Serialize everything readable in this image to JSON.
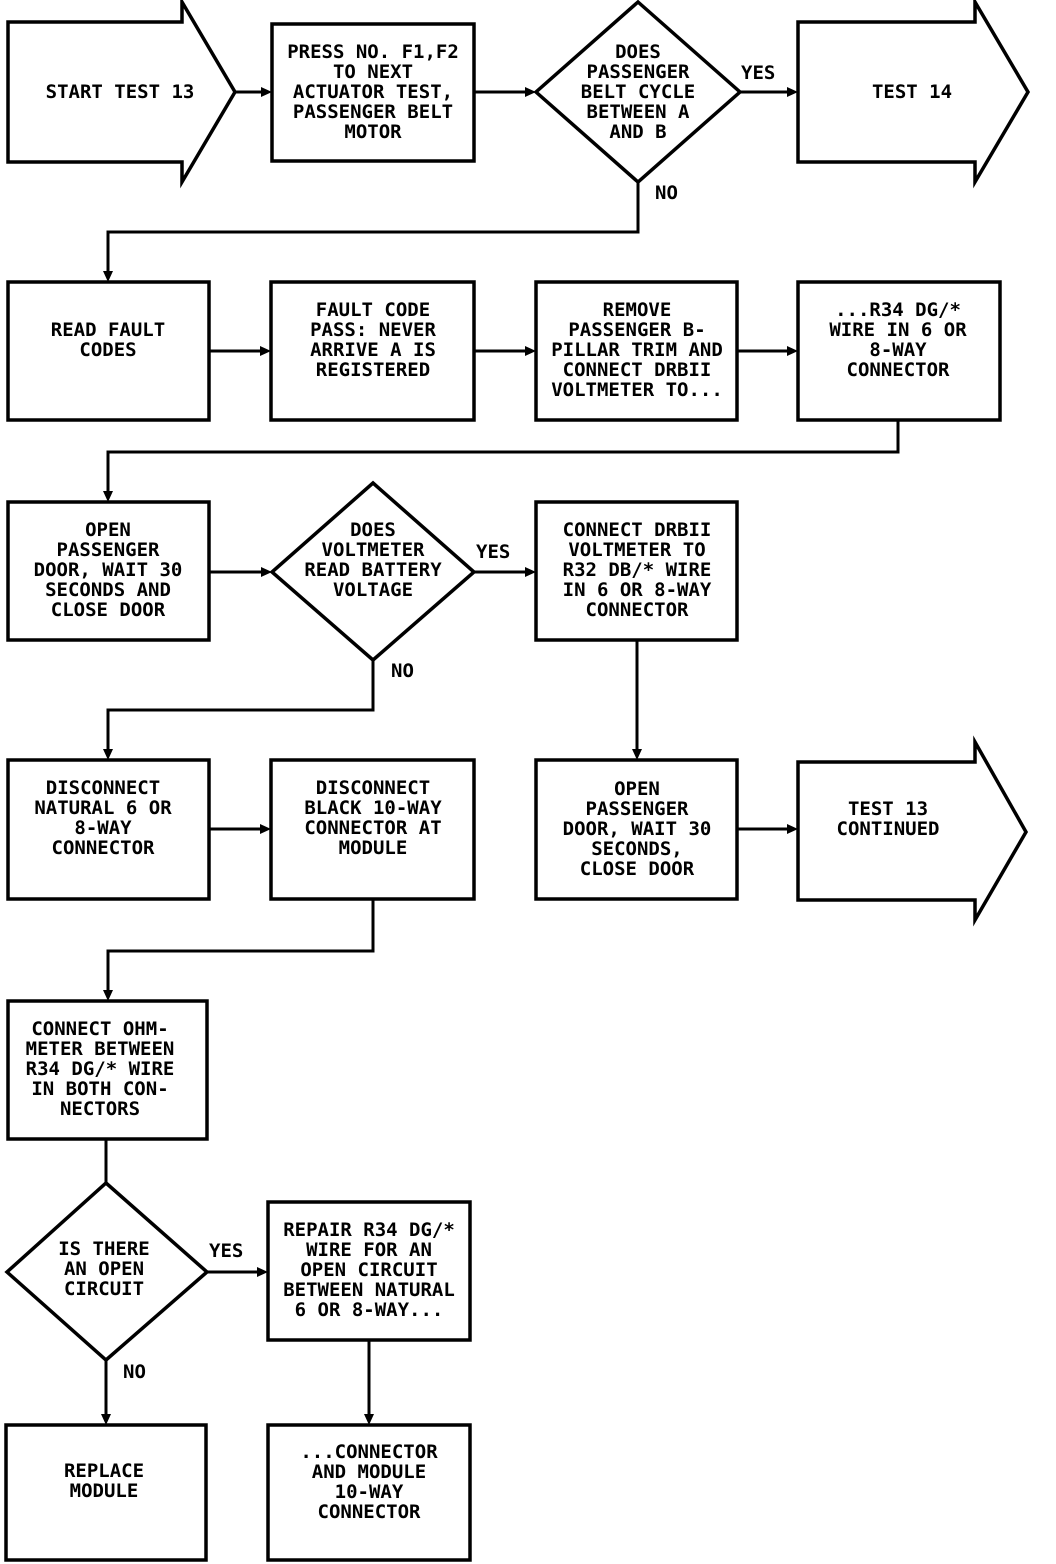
{
  "nodes": {
    "start_test_13": {
      "kind": "terminator",
      "lines": [
        "START TEST 13"
      ]
    },
    "press_f1_f2": {
      "kind": "process",
      "lines": [
        "PRESS NO. F1,F2",
        "TO NEXT",
        "ACTUATOR TEST,",
        "PASSENGER BELT",
        "MOTOR"
      ]
    },
    "belt_cycle": {
      "kind": "decision",
      "lines": [
        "DOES",
        "PASSENGER",
        "BELT CYCLE",
        "BETWEEN A",
        "AND B"
      ]
    },
    "test_14": {
      "kind": "terminator",
      "lines": [
        "TEST 14"
      ]
    },
    "read_fault_codes": {
      "kind": "process",
      "lines": [
        "READ FAULT",
        "CODES"
      ]
    },
    "fault_code_pass": {
      "kind": "process",
      "lines": [
        "FAULT CODE",
        "PASS: NEVER",
        "ARRIVE A IS",
        "REGISTERED"
      ]
    },
    "remove_trim": {
      "kind": "process",
      "lines": [
        "REMOVE",
        "PASSENGER B-",
        "PILLAR TRIM AND",
        "CONNECT DRBII",
        "VOLTMETER TO..."
      ]
    },
    "r34_wire": {
      "kind": "process",
      "lines": [
        "...R34 DG/*",
        "WIRE IN 6 OR",
        "8-WAY",
        "CONNECTOR"
      ]
    },
    "open_door_1": {
      "kind": "process",
      "lines": [
        "OPEN",
        "PASSENGER",
        "DOOR, WAIT 30",
        "SECONDS AND",
        "CLOSE DOOR"
      ]
    },
    "voltmeter_battery": {
      "kind": "decision",
      "lines": [
        "DOES",
        "VOLTMETER",
        "READ BATTERY",
        "VOLTAGE"
      ]
    },
    "connect_drbii_r32": {
      "kind": "process",
      "lines": [
        "CONNECT DRBII",
        "VOLTMETER TO",
        "R32 DB/* WIRE",
        "IN 6 OR 8-WAY",
        "CONNECTOR"
      ]
    },
    "disconnect_natural": {
      "kind": "process",
      "lines": [
        "DISCONNECT",
        "NATURAL 6 OR",
        "8-WAY",
        "CONNECTOR"
      ]
    },
    "disconnect_black": {
      "kind": "process",
      "lines": [
        "DISCONNECT",
        "BLACK 10-WAY",
        "CONNECTOR AT",
        "MODULE"
      ]
    },
    "open_door_2": {
      "kind": "process",
      "lines": [
        "OPEN",
        "PASSENGER",
        "DOOR, WAIT 30",
        "SECONDS,",
        "CLOSE DOOR"
      ]
    },
    "test_13_continued": {
      "kind": "terminator",
      "lines": [
        "TEST 13",
        "CONTINUED"
      ]
    },
    "connect_ohmmeter": {
      "kind": "process",
      "lines": [
        "CONNECT OHM-",
        "METER BETWEEN",
        "R34 DG/* WIRE",
        "IN BOTH CON-",
        "NECTORS"
      ]
    },
    "open_circuit": {
      "kind": "decision",
      "lines": [
        "IS THERE",
        "AN OPEN",
        "CIRCUIT"
      ]
    },
    "repair_r34": {
      "kind": "process",
      "lines": [
        "REPAIR R34 DG/*",
        "WIRE FOR AN",
        "OPEN CIRCUIT",
        "BETWEEN NATURAL",
        "6 OR 8-WAY..."
      ]
    },
    "replace_module": {
      "kind": "process",
      "lines": [
        "REPLACE",
        "MODULE"
      ]
    },
    "connector_module": {
      "kind": "process",
      "lines": [
        "...CONNECTOR",
        "AND MODULE",
        "10-WAY",
        "CONNECTOR"
      ]
    }
  },
  "edge_labels": {
    "belt_yes": "YES",
    "belt_no": "NO",
    "voltage_yes": "YES",
    "voltage_no": "NO",
    "open_yes": "YES",
    "open_no": "NO"
  }
}
